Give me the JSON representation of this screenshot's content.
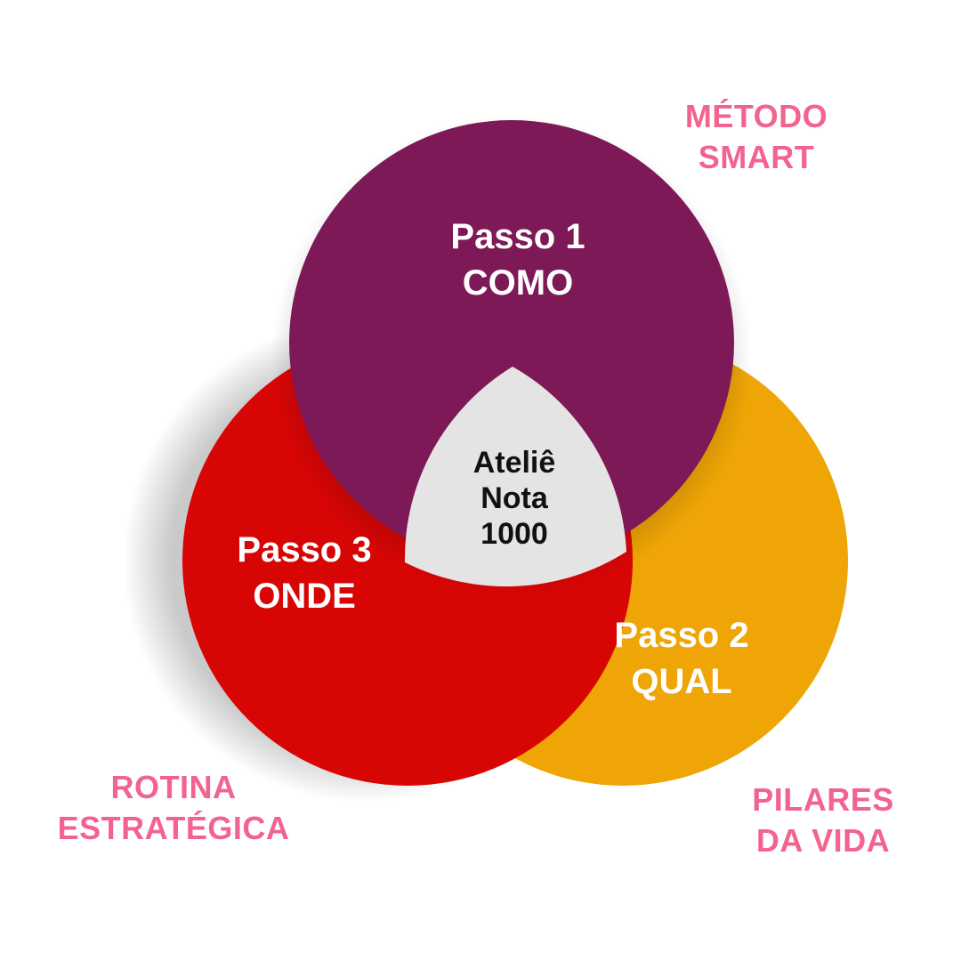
{
  "colors": {
    "background": "#ffffff",
    "step1": "#7d1956",
    "step2": "#eea505",
    "step3": "#d80505",
    "center": "#e4e4e4",
    "accent_label": "#f2648f",
    "circle_text": "#ffffff",
    "center_text": "#111111"
  },
  "labels": {
    "metodo": {
      "line1": "MÉTODO",
      "line2": "SMART"
    },
    "rotina": {
      "line1": "ROTINA",
      "line2": "ESTRATÉGICA"
    },
    "pilares": {
      "line1": "PILARES",
      "line2": "DA VIDA"
    }
  },
  "steps": {
    "step1": {
      "line1": "Passo 1",
      "line2": "COMO"
    },
    "step2": {
      "line1": "Passo 2",
      "line2": "QUAL"
    },
    "step3": {
      "line1": "Passo 3",
      "line2": "ONDE"
    }
  },
  "center": {
    "line1": "Ateliê",
    "line2": "Nota",
    "line3": "1000"
  }
}
